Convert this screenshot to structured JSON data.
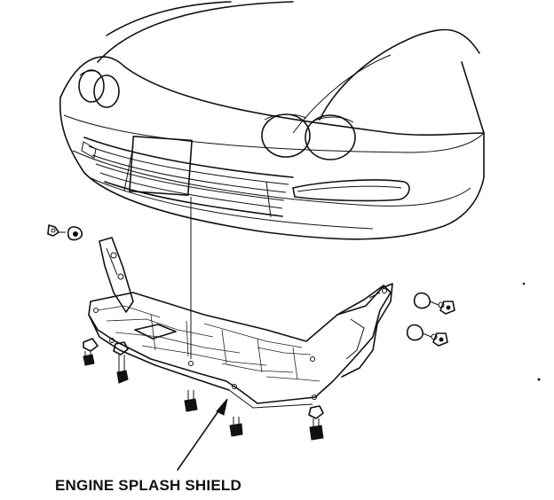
{
  "caption": "ENGINE SPLASH SHIELD",
  "icons": [
    "car-front-bumper",
    "splash-shield",
    "bolt",
    "clip",
    "leader-arrow"
  ]
}
